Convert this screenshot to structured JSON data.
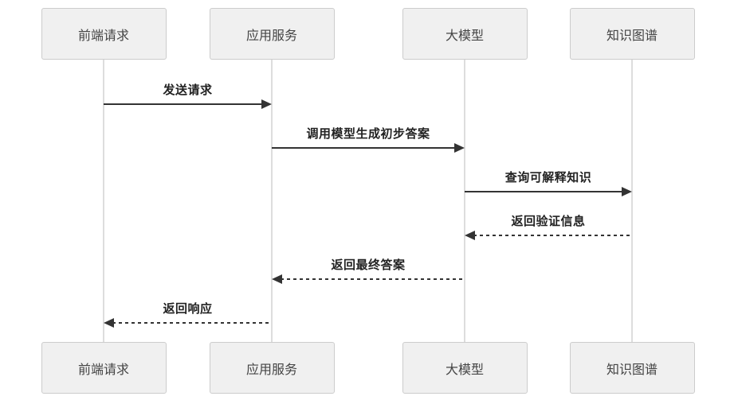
{
  "diagram": {
    "type": "sequence",
    "participants": [
      {
        "id": "frontend-request",
        "label": "前端请求"
      },
      {
        "id": "app-service",
        "label": "应用服务"
      },
      {
        "id": "large-model",
        "label": "大模型"
      },
      {
        "id": "knowledge-graph",
        "label": "知识图谱"
      }
    ],
    "messages": [
      {
        "label": "发送请求",
        "from": 0,
        "to": 1,
        "line": "solid"
      },
      {
        "label": "调用模型生成初步答案",
        "from": 1,
        "to": 2,
        "line": "solid"
      },
      {
        "label": "查询可解释知识",
        "from": 2,
        "to": 3,
        "line": "solid"
      },
      {
        "label": "返回验证信息",
        "from": 3,
        "to": 2,
        "line": "dashed"
      },
      {
        "label": "返回最终答案",
        "from": 2,
        "to": 1,
        "line": "dashed"
      },
      {
        "label": "返回响应",
        "from": 1,
        "to": 0,
        "line": "dashed"
      }
    ],
    "colors": {
      "background": "#ffffff",
      "box_fill": "#f0f0f0",
      "box_border": "#cccccc",
      "box_text": "#444444",
      "lifeline": "#dddddd",
      "arrow": "#333333",
      "label_text": "#222222"
    }
  }
}
